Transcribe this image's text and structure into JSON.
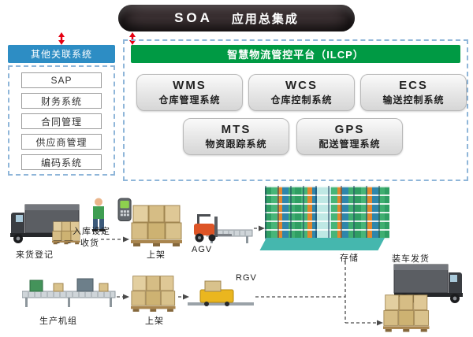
{
  "banner": {
    "soa": "SOA",
    "title": "应用总集成"
  },
  "left_panel": {
    "header": "其他关联系统",
    "items": [
      "SAP",
      "财务系统",
      "合同管理",
      "供应商管理",
      "编码系统"
    ]
  },
  "platform": {
    "header": "智慧物流管控平台（ILCP）",
    "modules": [
      {
        "abbr": "WMS",
        "name": "仓库管理系统"
      },
      {
        "abbr": "WCS",
        "name": "仓库控制系统"
      },
      {
        "abbr": "ECS",
        "name": "输送控制系统"
      },
      {
        "abbr": "MTS",
        "name": "物资跟踪系统"
      },
      {
        "abbr": "GPS",
        "name": "配送管理系统"
      }
    ]
  },
  "flow": {
    "incoming": "来货登记",
    "inbound_setting": "入库设定",
    "receiving": "收货",
    "shelving_top": "上架",
    "agv": "AGV",
    "storage": "存储",
    "loading": "装车发货",
    "production": "生产机组",
    "shelving_bottom": "上架",
    "rgv": "RGV"
  },
  "colors": {
    "banner": "#3a3032",
    "blue": "#2d8dc4",
    "green": "#009a44",
    "red": "#e60012",
    "dash": "#8fb6d9"
  }
}
